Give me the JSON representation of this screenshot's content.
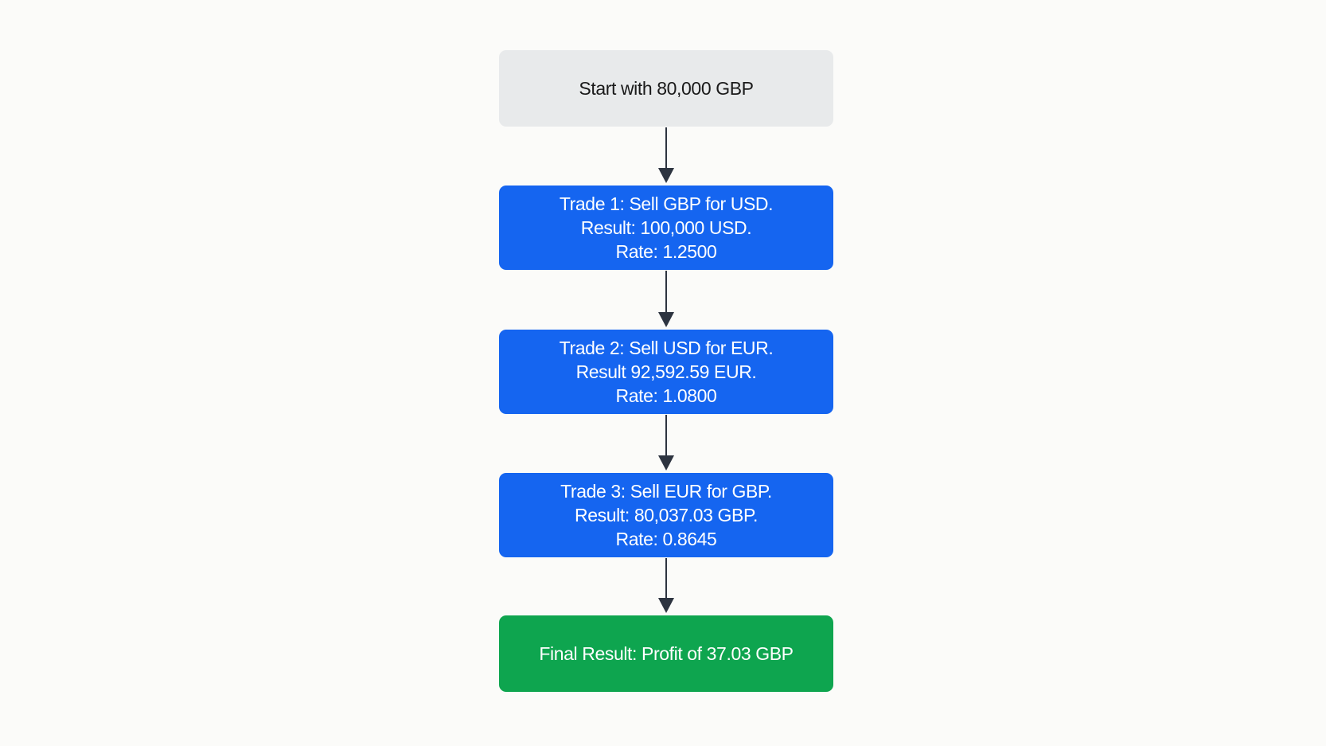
{
  "flow": {
    "start": {
      "label": "Start with 80,000 GBP"
    },
    "trades": [
      {
        "title": "Trade 1: Sell GBP for USD.",
        "result": "Result: 100,000 USD.",
        "rate": "Rate: 1.2500"
      },
      {
        "title": "Trade 2: Sell USD for EUR.",
        "result": "Result 92,592.59 EUR.",
        "rate": "Rate: 1.0800"
      },
      {
        "title": "Trade 3: Sell EUR for GBP.",
        "result": "Result: 80,037.03 GBP.",
        "rate": "Rate: 0.8645"
      }
    ],
    "final": {
      "label": "Final Result: Profit of 37.03 GBP"
    }
  },
  "colors": {
    "start_fill": "#e8eaeb",
    "trade_fill": "#1565f0",
    "final_fill": "#0ea54f",
    "connector": "#2d3440",
    "background": "#fbfbf9"
  }
}
